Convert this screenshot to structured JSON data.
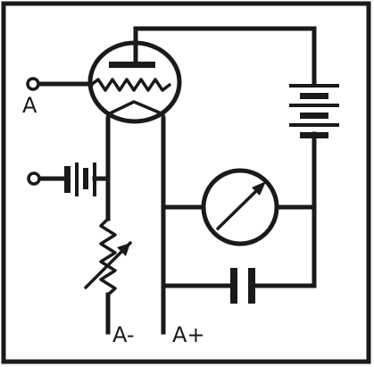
{
  "labels": {
    "grid_terminal": "A",
    "filament_negative": "A-",
    "filament_positive": "A+"
  },
  "colors": {
    "ink": "#1a1a1a",
    "paper": "#ffffff"
  }
}
